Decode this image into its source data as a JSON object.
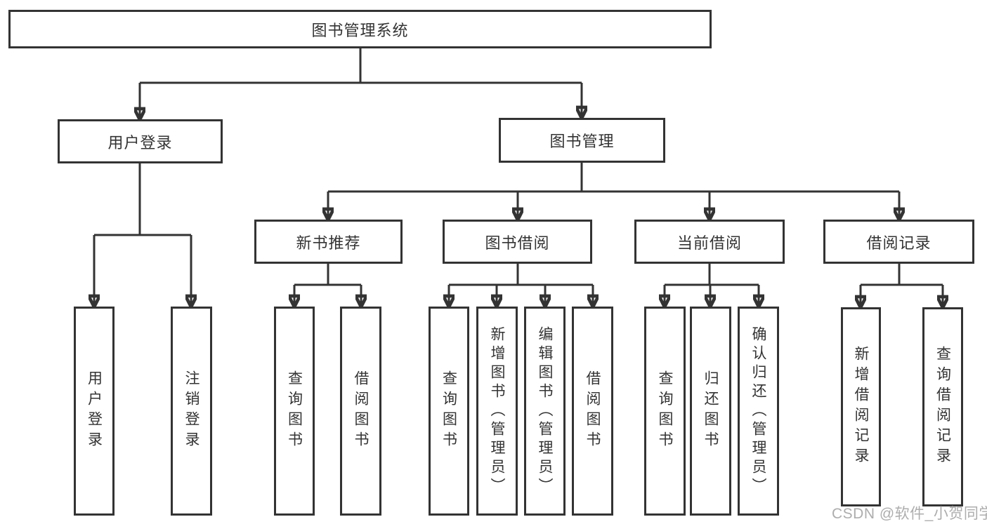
{
  "nodes": {
    "root": "图书管理系统",
    "user_login": "用户登录",
    "book_mgmt": "图书管理",
    "new_book_rec": "新书推荐",
    "book_borrow": "图书借阅",
    "current_borrow": "当前借阅",
    "borrow_record": "借阅记录",
    "leaf_user_login": "用户登录",
    "leaf_logout": "注销登录",
    "leaf_rec_query": "查询图书",
    "leaf_rec_borrow": "借阅图书",
    "leaf_bb_query": "查询图书",
    "leaf_bb_add": "新增图书（管理员）",
    "leaf_bb_edit": "编辑图书（管理员）",
    "leaf_bb_borrow": "借阅图书",
    "leaf_cb_query": "查询图书",
    "leaf_cb_return": "归还图书",
    "leaf_cb_confirm": "确认归还（管理员）",
    "leaf_br_add": "新增借阅记录",
    "leaf_br_query": "查询借阅记录"
  },
  "edges": [
    [
      "图书管理系统",
      "用户登录"
    ],
    [
      "图书管理系统",
      "图书管理"
    ],
    [
      "用户登录",
      "用户登录"
    ],
    [
      "用户登录",
      "注销登录"
    ],
    [
      "图书管理",
      "新书推荐"
    ],
    [
      "图书管理",
      "图书借阅"
    ],
    [
      "图书管理",
      "当前借阅"
    ],
    [
      "图书管理",
      "借阅记录"
    ],
    [
      "新书推荐",
      "查询图书"
    ],
    [
      "新书推荐",
      "借阅图书"
    ],
    [
      "图书借阅",
      "查询图书"
    ],
    [
      "图书借阅",
      "新增图书（管理员）"
    ],
    [
      "图书借阅",
      "编辑图书（管理员）"
    ],
    [
      "图书借阅",
      "借阅图书"
    ],
    [
      "当前借阅",
      "查询图书"
    ],
    [
      "当前借阅",
      "归还图书"
    ],
    [
      "当前借阅",
      "确认归还（管理员）"
    ],
    [
      "借阅记录",
      "新增借阅记录"
    ],
    [
      "借阅记录",
      "查询借阅记录"
    ]
  ],
  "watermark": "CSDN @软件_小贺同学",
  "colors": {
    "line": "#333333",
    "box_border": "#333333",
    "box_fill": "#ffffff",
    "text": "#333333",
    "watermark": "#a2a2a2"
  }
}
